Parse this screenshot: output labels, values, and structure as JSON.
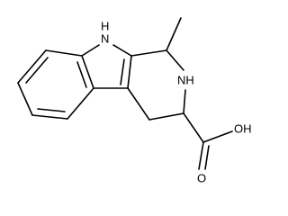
{
  "molecule": {
    "atom_labels": {
      "indole_nh": "H\nN",
      "ring_nh": "NH",
      "hydroxyl": "OH",
      "carbonyl_o": "O"
    }
  },
  "colors": {
    "bond": "#000000",
    "label": "#000000",
    "background": "#ffffff"
  }
}
